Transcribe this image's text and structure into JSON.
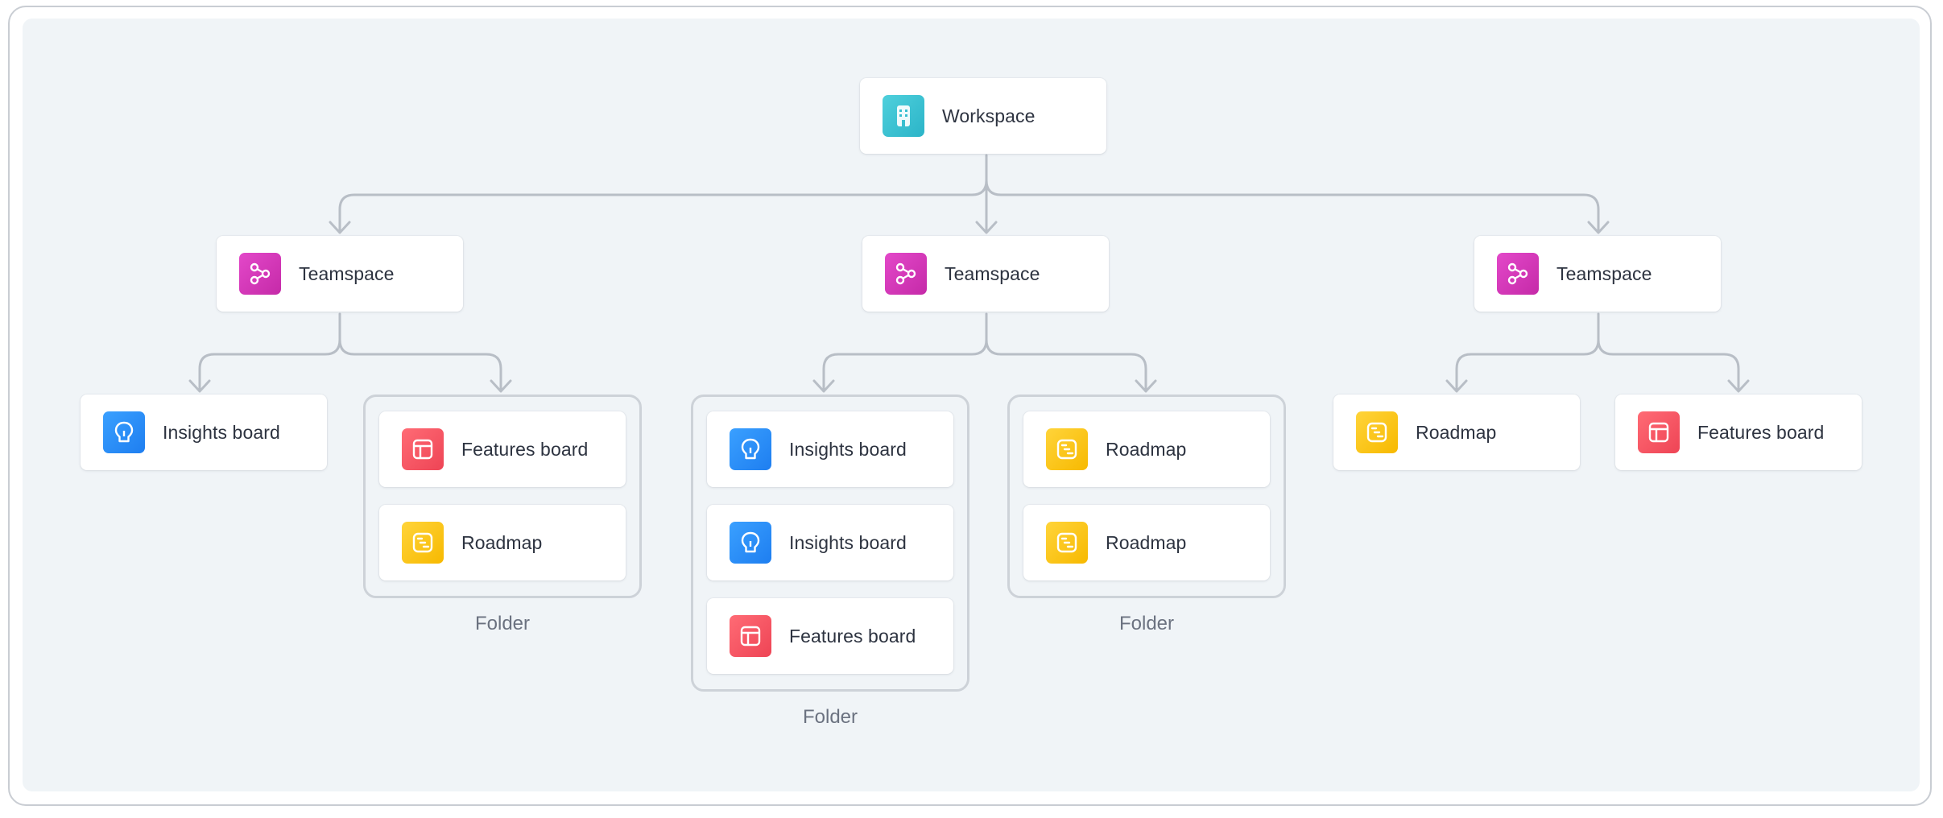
{
  "diagram": {
    "workspace": {
      "label": "Workspace",
      "icon": "building-icon",
      "color": "#2bb4c8"
    },
    "teamspaces": [
      {
        "label": "Teamspace",
        "icon": "teamspace-icon",
        "boards": {
          "label": "Insights board",
          "icon": "lightbulb-icon"
        },
        "folder": {
          "label": "Folder",
          "items": [
            {
              "label": "Features board",
              "icon": "features-board-icon"
            },
            {
              "label": "Roadmap",
              "icon": "roadmap-icon"
            }
          ]
        }
      },
      {
        "label": "Teamspace",
        "icon": "teamspace-icon",
        "folders": [
          {
            "label": "Folder",
            "items": [
              {
                "label": "Insights board",
                "icon": "lightbulb-icon"
              },
              {
                "label": "Insights board",
                "icon": "lightbulb-icon"
              },
              {
                "label": "Features board",
                "icon": "features-board-icon"
              }
            ]
          },
          {
            "label": "Folder",
            "items": [
              {
                "label": "Roadmap",
                "icon": "roadmap-icon"
              },
              {
                "label": "Roadmap",
                "icon": "roadmap-icon"
              }
            ]
          }
        ]
      },
      {
        "label": "Teamspace",
        "icon": "teamspace-icon",
        "boards": [
          {
            "label": "Roadmap",
            "icon": "roadmap-icon"
          },
          {
            "label": "Features board",
            "icon": "features-board-icon"
          }
        ]
      }
    ]
  },
  "colors": {
    "workspace": "#2bb4c8",
    "teamspace": "#d23cb8",
    "insights": "#2a8cf8",
    "features": "#f35a66",
    "roadmap": "#fcc51c",
    "connector": "#b8bec6",
    "canvas": "#f0f4f7"
  }
}
